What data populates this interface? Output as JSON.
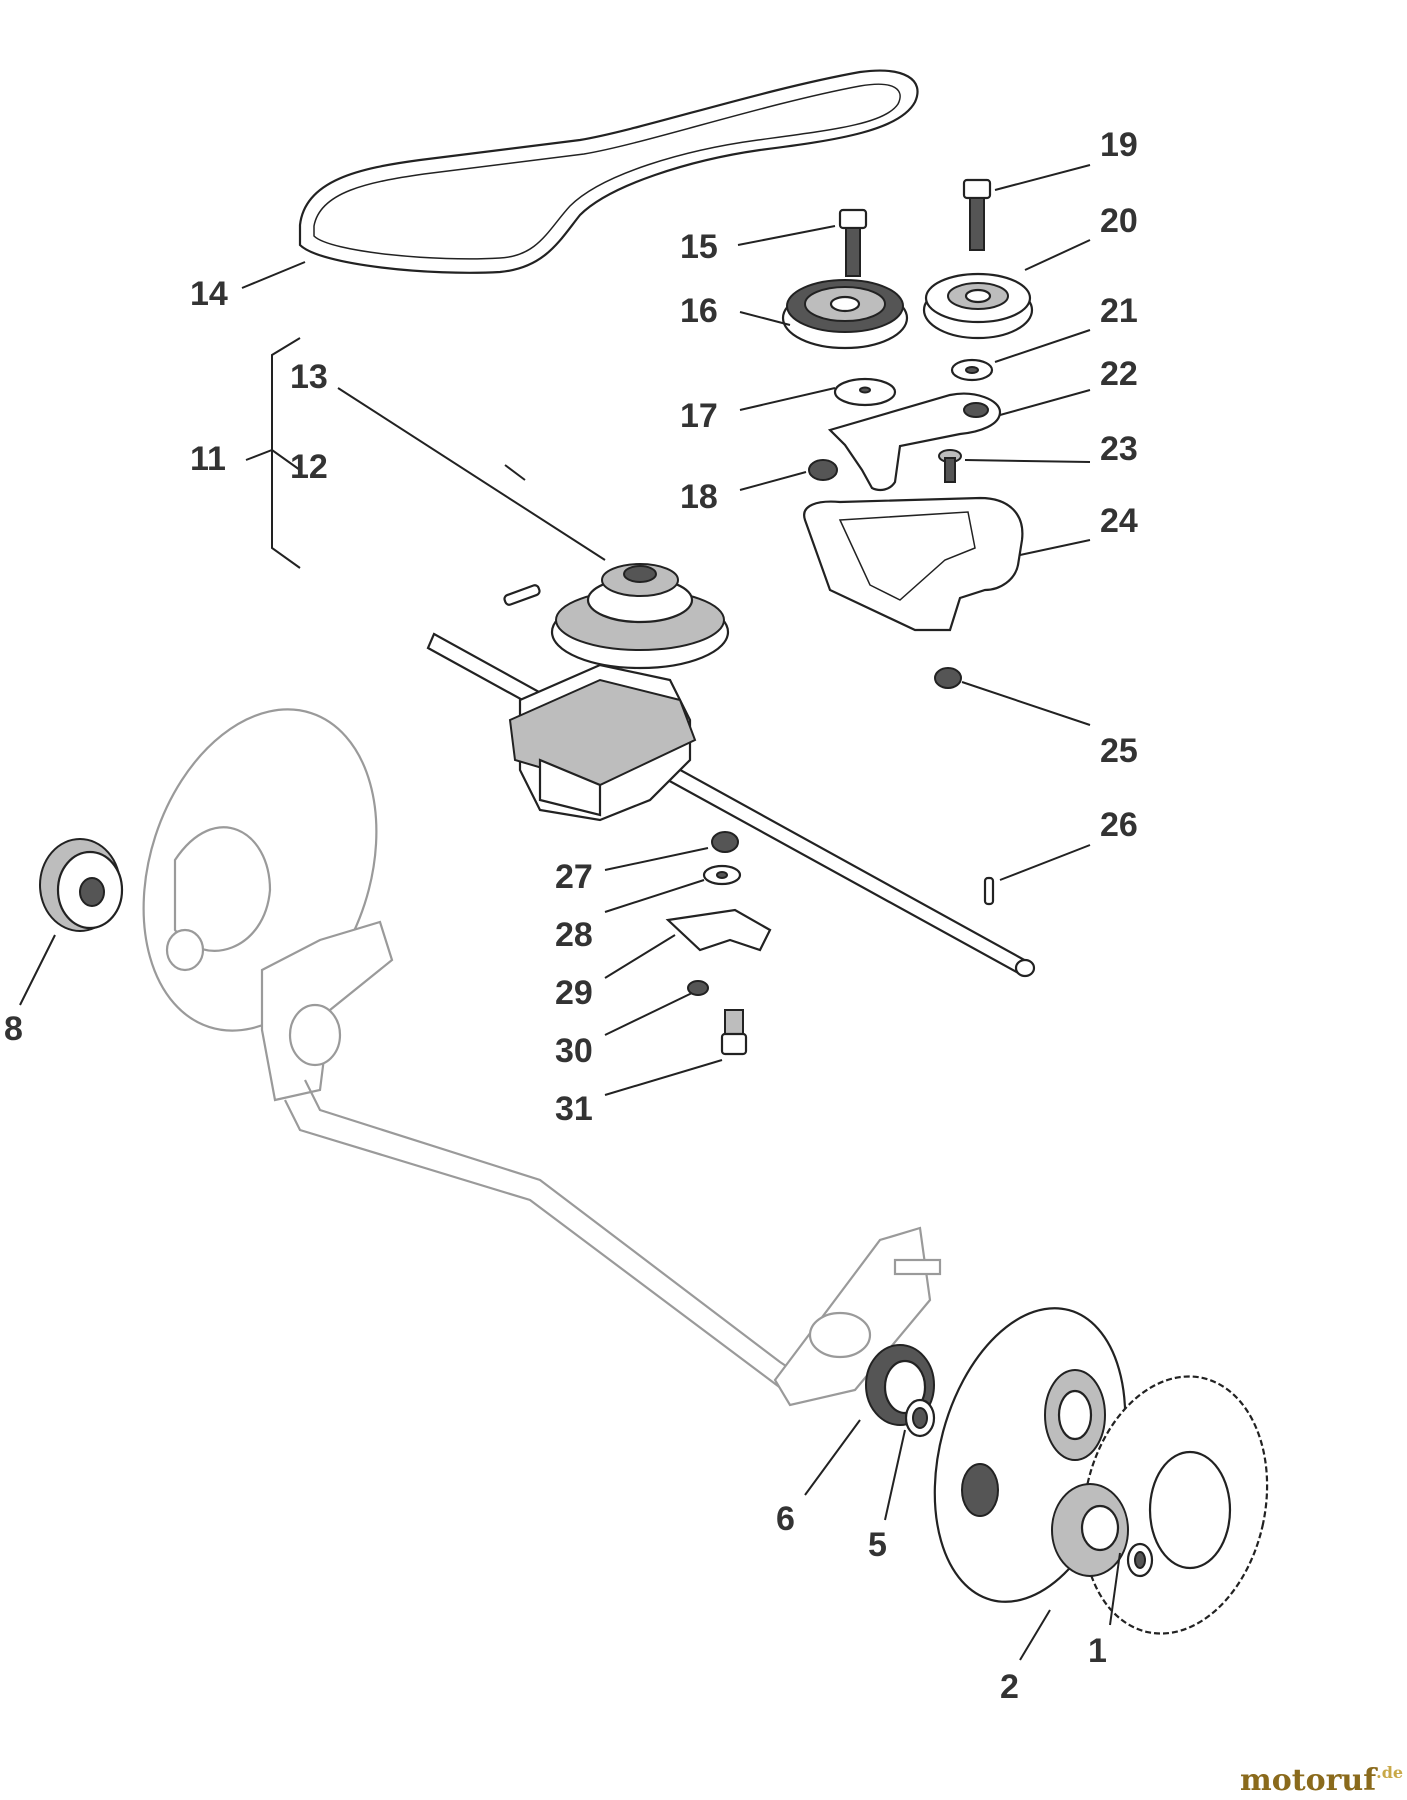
{
  "labels": {
    "l1": "1",
    "l2": "2",
    "l5": "5",
    "l6": "6",
    "l8": "8",
    "l11": "11",
    "l12": "12",
    "l13": "13",
    "l14": "14",
    "l15": "15",
    "l16": "16",
    "l17": "17",
    "l18": "18",
    "l19": "19",
    "l20": "20",
    "l21": "21",
    "l22": "22",
    "l23": "23",
    "l24": "24",
    "l25": "25",
    "l26": "26",
    "l27": "27",
    "l28": "28",
    "l29": "29",
    "l30": "30",
    "l31": "31"
  },
  "watermark": {
    "brand": "motoruf",
    "suffix": ".de",
    "brand_color": "#8a6a1c",
    "suffix_color": "#c8a848"
  },
  "colors": {
    "line": "#222222",
    "ghost": "#9a9a9a",
    "label": "#333333"
  }
}
